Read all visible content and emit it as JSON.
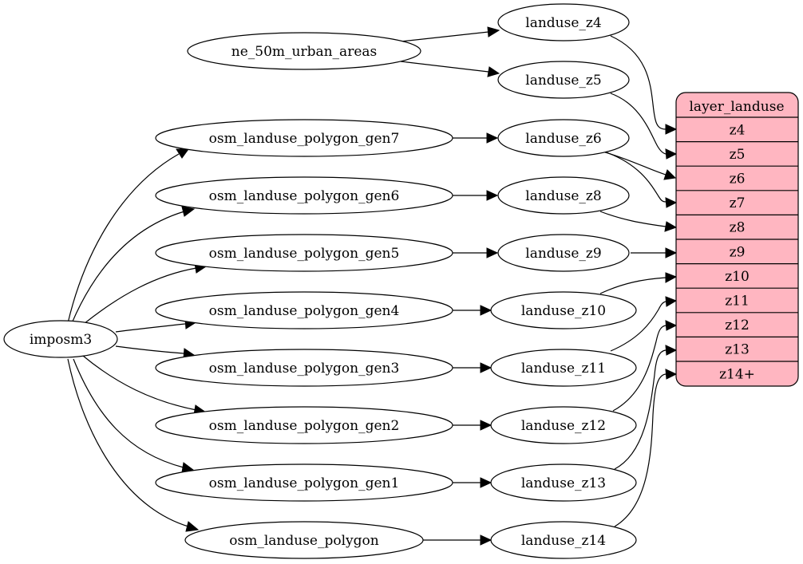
{
  "nodes": {
    "imposm3": "imposm3",
    "ne_50m_urban_areas": "ne_50m_urban_areas",
    "gen7": "osm_landuse_polygon_gen7",
    "gen6": "osm_landuse_polygon_gen6",
    "gen5": "osm_landuse_polygon_gen5",
    "gen4": "osm_landuse_polygon_gen4",
    "gen3": "osm_landuse_polygon_gen3",
    "gen2": "osm_landuse_polygon_gen2",
    "gen1": "osm_landuse_polygon_gen1",
    "polygon": "osm_landuse_polygon",
    "z4": "landuse_z4",
    "z5": "landuse_z5",
    "z6": "landuse_z6",
    "z8": "landuse_z8",
    "z9": "landuse_z9",
    "z10": "landuse_z10",
    "z11": "landuse_z11",
    "z12": "landuse_z12",
    "z13": "landuse_z13",
    "z14": "landuse_z14"
  },
  "layer": {
    "title": "layer_landuse",
    "fields": [
      "z4",
      "z5",
      "z6",
      "z7",
      "z8",
      "z9",
      "z10",
      "z11",
      "z12",
      "z13",
      "z14+"
    ]
  },
  "colors": {
    "layer_fill": "#ffb6c1",
    "stroke": "#000000",
    "node_fill": "#ffffff"
  }
}
